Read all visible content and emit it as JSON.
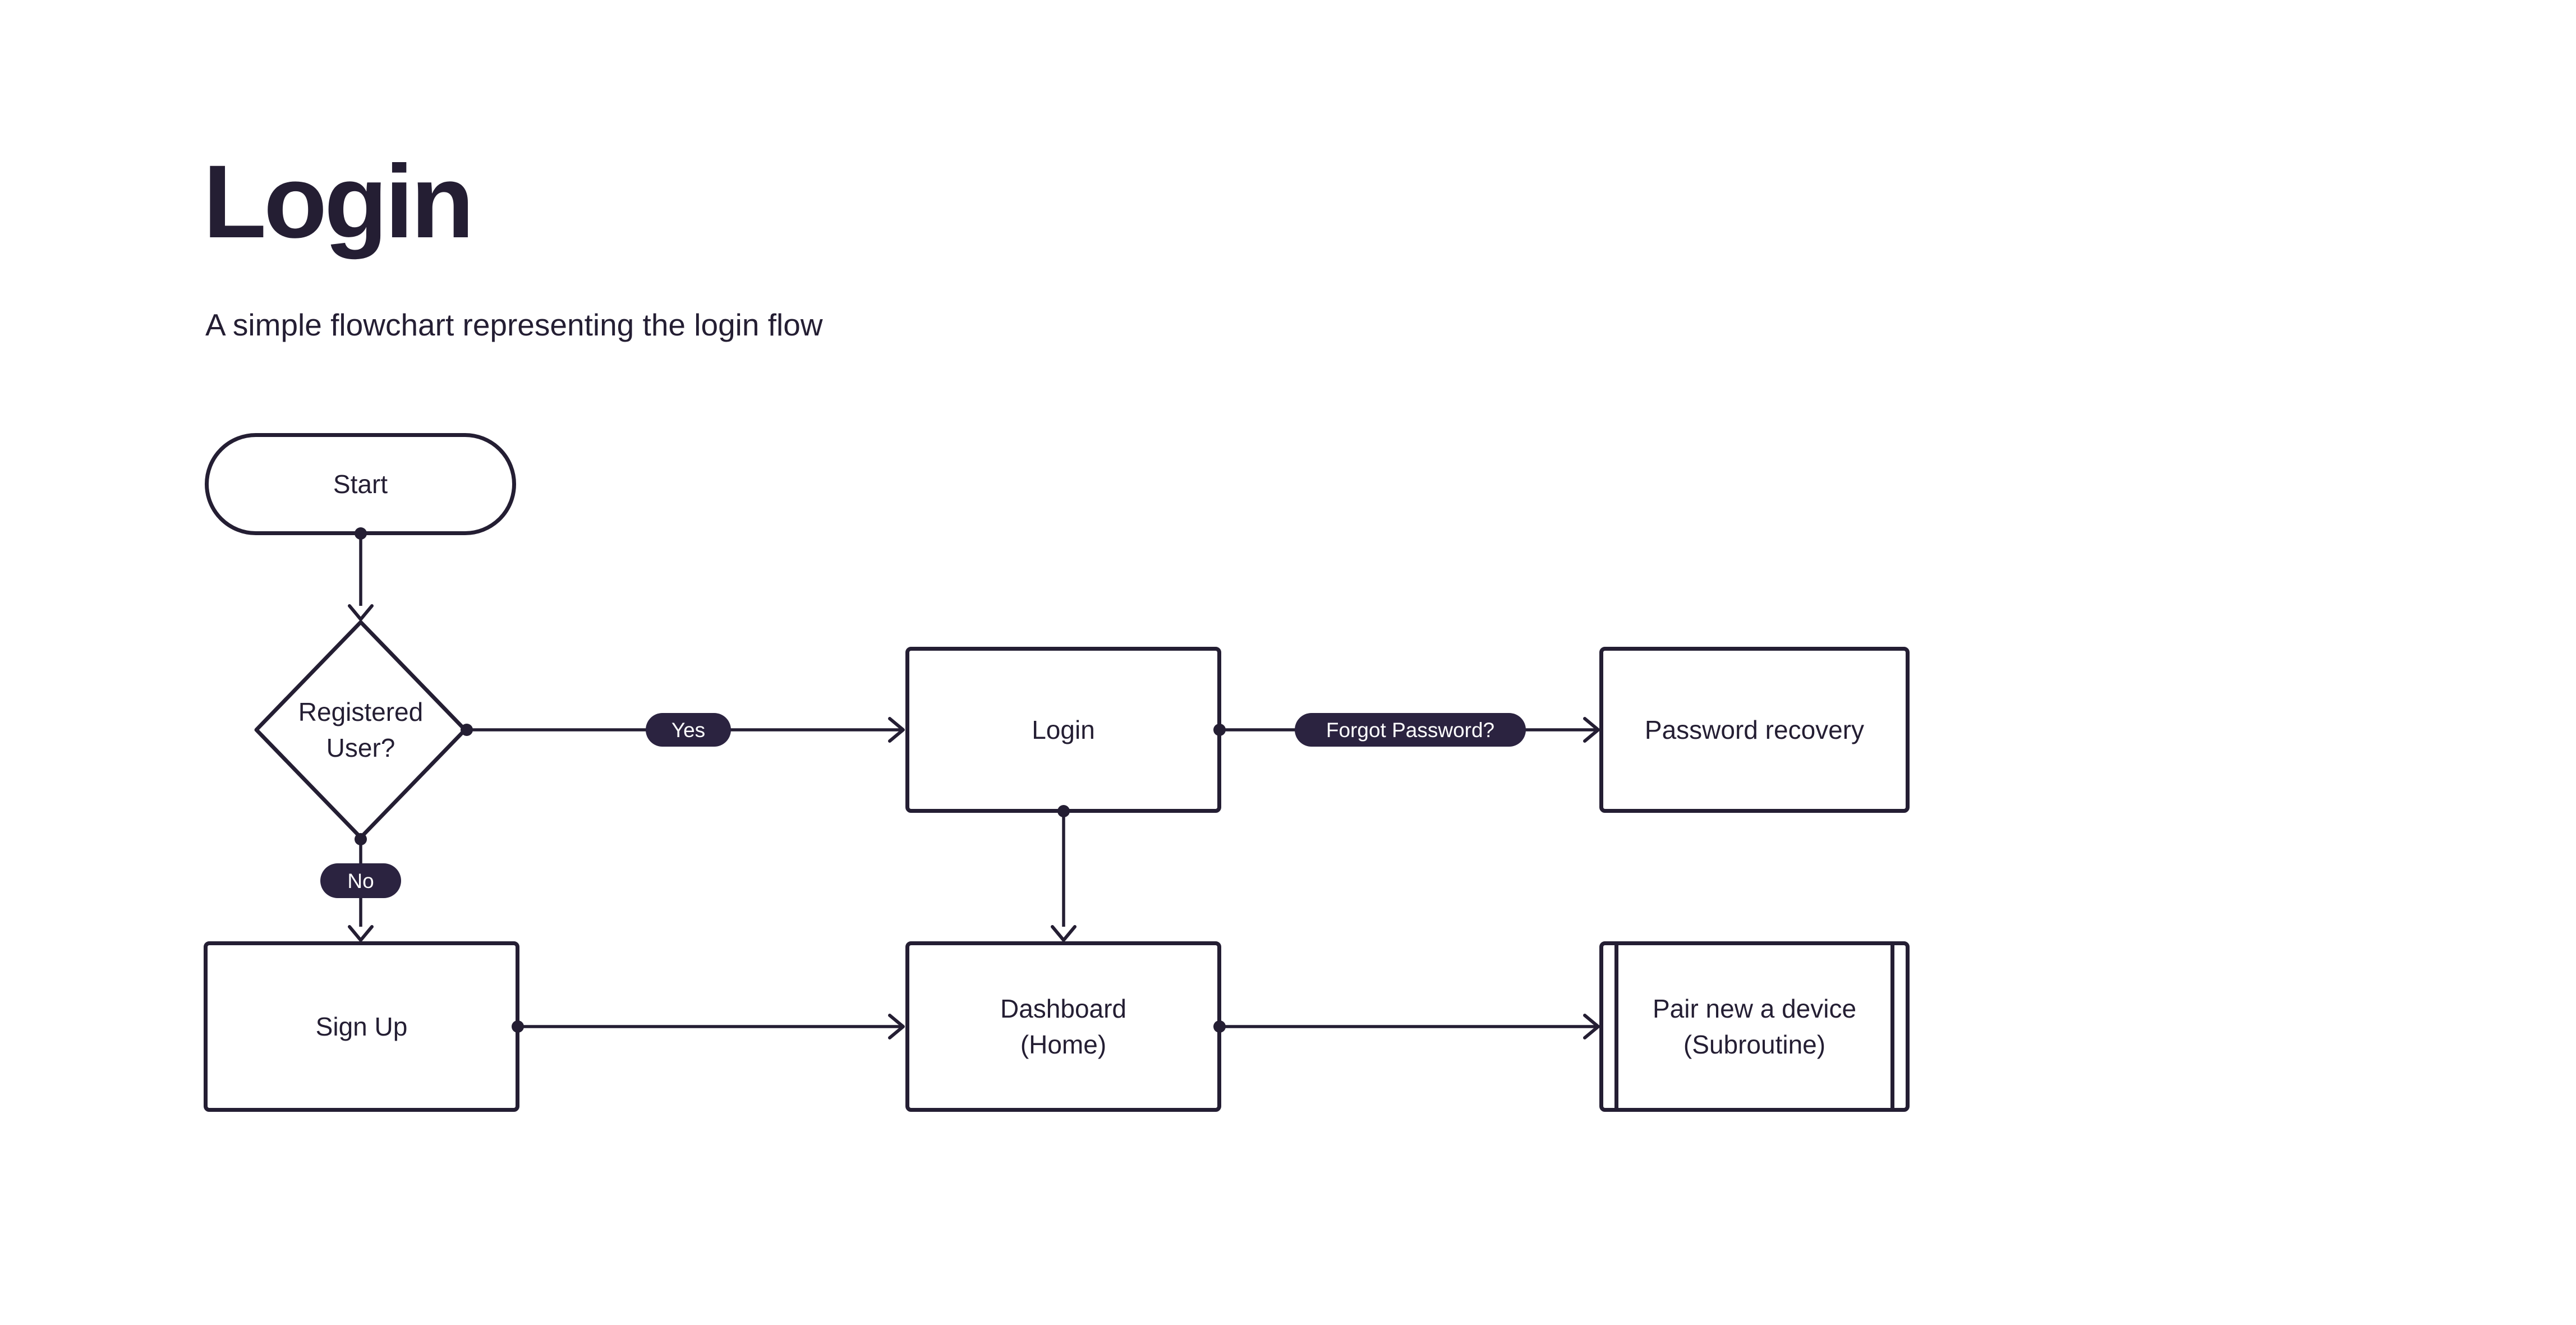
{
  "page": {
    "title": "Login",
    "subtitle": "A simple flowchart representing the login flow"
  },
  "colors": {
    "ink": "#241e33",
    "pill_bg": "#2b2340",
    "pill_text": "#ffffff",
    "node_fill": "#ffffff",
    "bg": "#ffffff"
  },
  "flowchart": {
    "nodes": {
      "start": {
        "type": "terminator",
        "label": "Start"
      },
      "registered_user": {
        "type": "decision",
        "lines": [
          "Registered",
          "User?"
        ]
      },
      "login": {
        "type": "process",
        "label": "Login"
      },
      "password_recovery": {
        "type": "process",
        "label": "Password recovery"
      },
      "sign_up": {
        "type": "process",
        "label": "Sign Up"
      },
      "dashboard": {
        "type": "process",
        "lines": [
          "Dashboard",
          "(Home)"
        ]
      },
      "pair_device": {
        "type": "subroutine",
        "lines": [
          "Pair new a device",
          "(Subroutine)"
        ]
      }
    },
    "edge_labels": {
      "yes": "Yes",
      "no": "No",
      "forgot_password": "Forgot Password?"
    },
    "edges": [
      {
        "from": "Start",
        "to": "Registered User?",
        "label": ""
      },
      {
        "from": "Registered User?",
        "to": "Login",
        "label": "Yes"
      },
      {
        "from": "Registered User?",
        "to": "Sign Up",
        "label": "No"
      },
      {
        "from": "Login",
        "to": "Password recovery",
        "label": "Forgot Password?"
      },
      {
        "from": "Login",
        "to": "Dashboard (Home)",
        "label": ""
      },
      {
        "from": "Sign Up",
        "to": "Dashboard (Home)",
        "label": ""
      },
      {
        "from": "Dashboard (Home)",
        "to": "Pair new a device (Subroutine)",
        "label": ""
      }
    ]
  }
}
